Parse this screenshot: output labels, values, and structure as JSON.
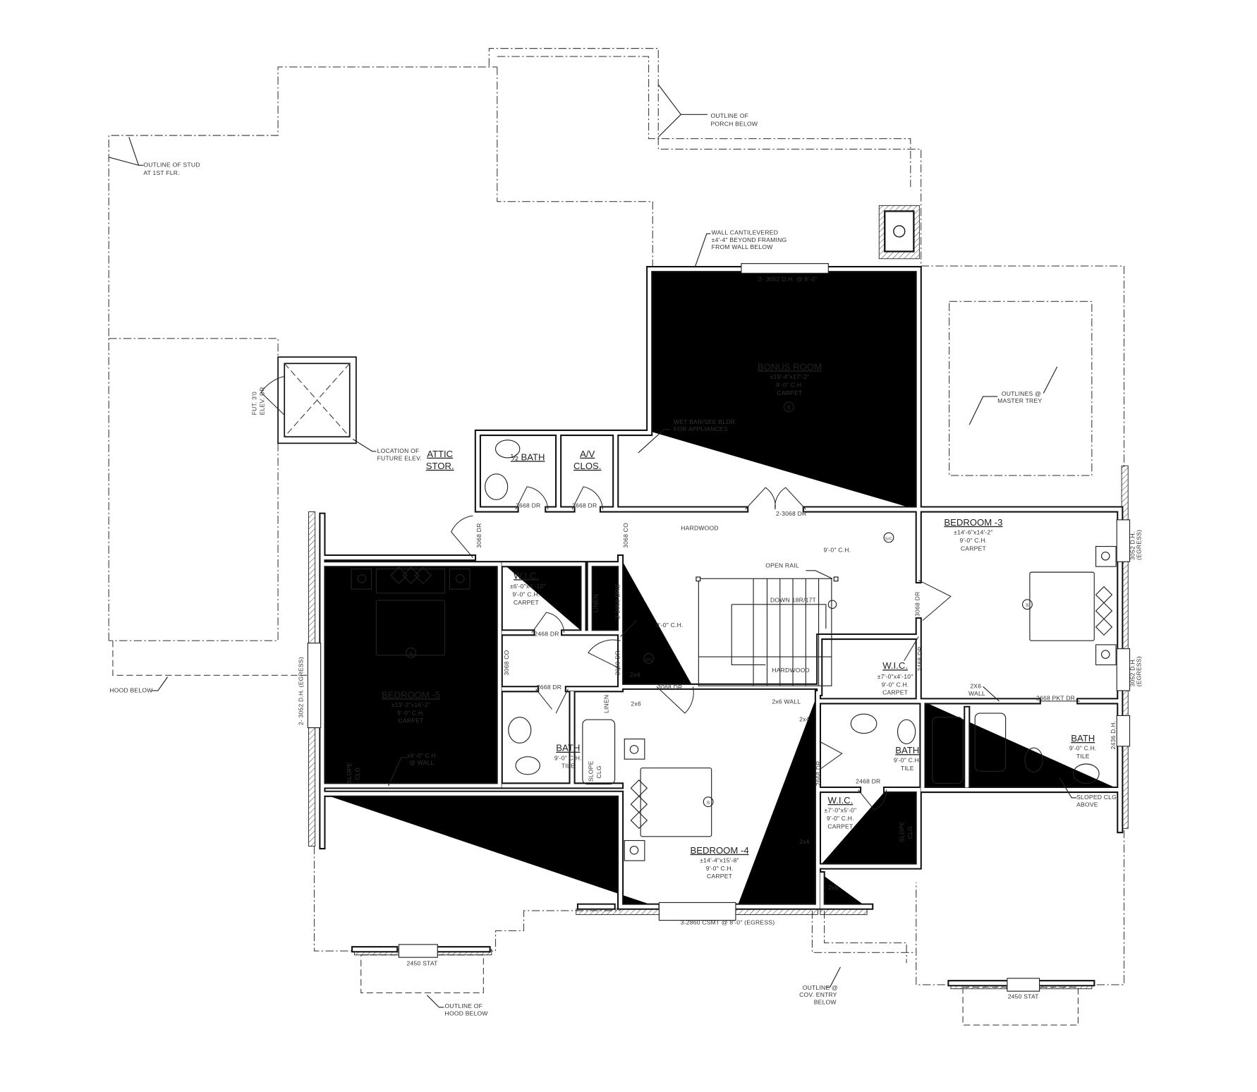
{
  "drawing": {
    "type": "second floor plan",
    "line_color": "#111111",
    "background": "#ffffff"
  },
  "rooms": {
    "bonus": {
      "name": "BONUS ROOM",
      "size": "±19'-4\"x17'-2\"",
      "ceiling": "9'-0\" C.H.",
      "floor": "CARPET",
      "symbol": "S"
    },
    "bedroom3": {
      "name": "BEDROOM -3",
      "size": "±14'-6\"x14'-2\"",
      "ceiling": "9'-0\" C.H.",
      "floor": "CARPET",
      "symbol": "S"
    },
    "bedroom4": {
      "name": "BEDROOM -4",
      "size": "±14'-4\"x15'-8\"",
      "ceiling": "9'-0\" C.H.",
      "floor": "CARPET",
      "symbol": "S"
    },
    "bedroom5": {
      "name": "BEDROOM -5",
      "size": "±13'-2\"x16'-2\"",
      "ceiling": "9'-0\" C.H.",
      "floor": "CARPET",
      "symbol": "S"
    },
    "half_bath": {
      "name": "½ BATH"
    },
    "av_closet": {
      "name": [
        "A/V",
        "CLOS."
      ]
    },
    "attic": {
      "name": [
        "ATTIC",
        "STOR."
      ]
    },
    "wic5": {
      "name": "W.I.C.",
      "size": "±6'-0\"x4'-10\"",
      "ceiling": "9'-0\" C.H.",
      "floor": "CARPET"
    },
    "wic3": {
      "name": "W.I.C.",
      "size": "±7'-0\"x4'-10\"",
      "ceiling": "9'-0\" C.H.",
      "floor": "CARPET"
    },
    "wic4": {
      "name": "W.I.C.",
      "size": "±7'-0\"x5'-0\"",
      "ceiling": "9'-0\" C.H.",
      "floor": "CARPET"
    },
    "bath5": {
      "name": "BATH",
      "ceiling": "9'-0\" C.H.",
      "floor": "TILE"
    },
    "bath34": {
      "name": "BATH",
      "ceiling": "9'-0\" C.H.",
      "floor": "TILE"
    },
    "bath3": {
      "name": "BATH",
      "ceiling": "9'-0\" C.H.",
      "floor": "TILE"
    },
    "hall": {
      "floor1": "HARDWOOD",
      "ceiling1": "9'-0\" C.H.",
      "ceiling2": "9'-0\" C.H.",
      "floor2": "HARDWOOD",
      "sc": "S/C",
      "sc2": "S/C"
    }
  },
  "notes": {
    "porch": [
      "OUTLINE OF",
      "PORCH BELOW"
    ],
    "stud": [
      "OUTLINE OF STUD",
      "AT 1ST FLR."
    ],
    "cantilever": [
      "WALL CANTILEVERED",
      "±4'-4\" BEYOND FRAMING",
      "FROM WALL BELOW"
    ],
    "trey": [
      "OUTLINES @",
      "MASTER TREY"
    ],
    "wetbar": [
      "WET BAR/SEE BLDR.",
      "FOR APPLIANCES"
    ],
    "elev_door": [
      "FUT. 3'0",
      "ELEV. DR"
    ],
    "elevator": [
      "LOCATION OF",
      "FUTURE  ELEV."
    ],
    "hood_left": "HOOD BELOW",
    "ch_wall": [
      "±8'-0\" C.H.",
      "@ WALL"
    ],
    "slope": [
      "SLOPE",
      "CLG"
    ],
    "sloped_clg": [
      "SLOPED CLG.",
      "ABOVE"
    ],
    "hood_bottom": [
      "OUTLINE OF",
      "HOOD BELOW"
    ],
    "cov_entry": [
      "OUTLINE @",
      "COV. ENTRY",
      "BELOW"
    ],
    "open_rail": "OPEN RAIL",
    "stairs": "DOWN 18R/17T"
  },
  "callouts": {
    "win_bonus": "2- 3052 D.H. @ 8'-0\"",
    "win_b5": "2- 3052 D.H. (EGRESS)",
    "win_b3a": [
      "3052 D.H.",
      "(EGRESS)"
    ],
    "win_b3b": [
      "3052 D.H.",
      "(EGRESS)"
    ],
    "win_bath3": "2436 D.H.",
    "win_b4": "3-2860 CSMT @ 8'-0\" (EGRESS)",
    "win_stat1": "2450 STAT",
    "win_stat2": "2450 STAT",
    "dr_bath": "2668 DR",
    "dr_av": "2668 DR",
    "dr_attic": "3068 DR",
    "co_hall": "3068 CO",
    "dr_bonus": "2-3068 DR",
    "linen1": "LINEN",
    "drs_linen": "2-2068 DRS",
    "dr_wic5": "2468 DR",
    "co_b5": "3068 CO",
    "dr_b5": "3068 DR",
    "x2x4a": "2x4",
    "dr_b4": "3068 DR",
    "dr_bath5": "2668 DR",
    "linen2": "LINEN",
    "x2x6a": "2x6",
    "dr_b3": "3068 DR",
    "dr_wic3": "2468 DR",
    "wall2x6": [
      "2X6",
      "WALL"
    ],
    "pkt": "2668 PKT DR.",
    "wall2x6b": "2x6 WALL",
    "x2x4b": "2x4",
    "dr_bath34": "2668 DR",
    "dr_wic4": "2468 DR",
    "x2x4c": "2x4",
    "x2x6b": "2x6"
  }
}
